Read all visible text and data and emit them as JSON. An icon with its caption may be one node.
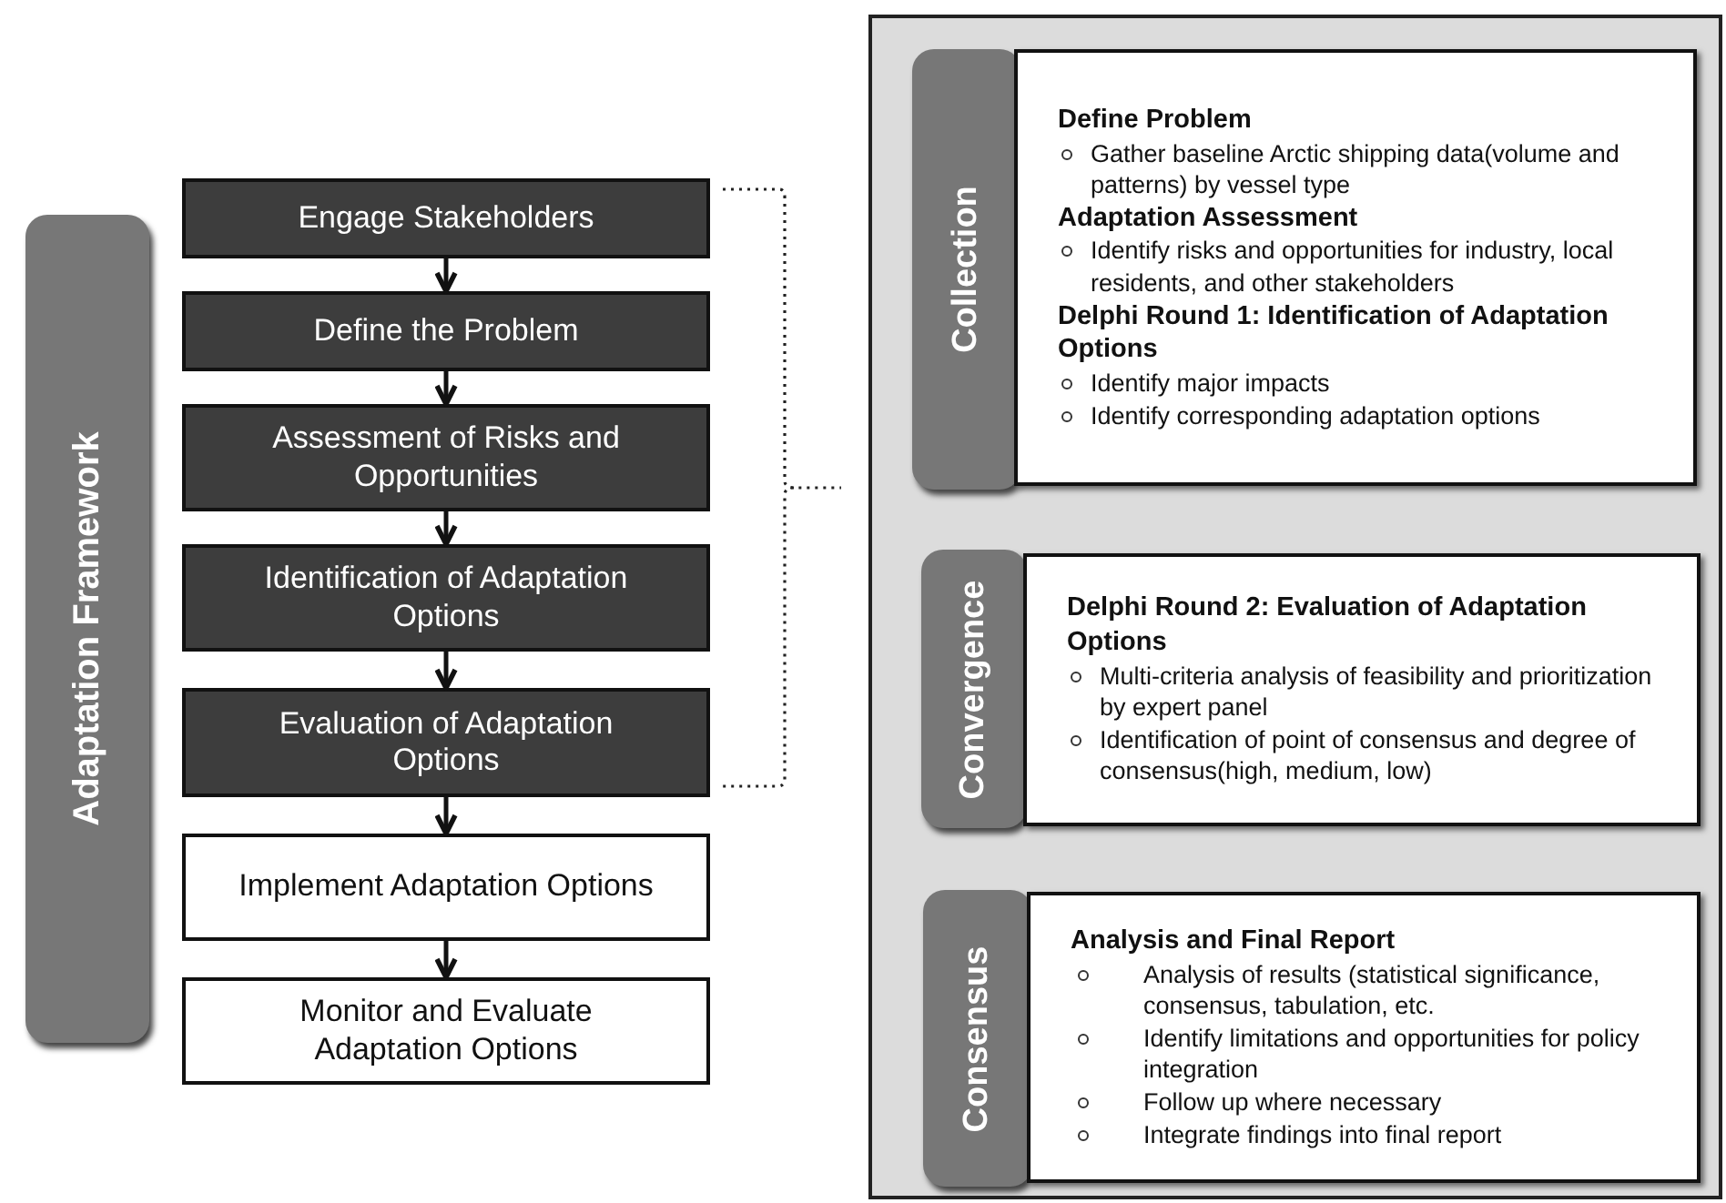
{
  "diagram": {
    "nodes": [
      {
        "text": [
          "Adaptation Framework"
        ]
      },
      {
        "text": [
          "Engage Stakeholders"
        ]
      },
      {
        "text": [
          "Define the Problem"
        ]
      },
      {
        "text": [
          "Assessment of Risks and Opportunities"
        ]
      },
      {
        "text": [
          "Identification of Adaptation Options"
        ]
      },
      {
        "text": [
          "Evaluation of Adaptation Options"
        ]
      },
      {
        "text": [
          "Implement Adaptation Options"
        ]
      },
      {
        "text": [
          "Monitor and Evaluate Adaptation Options"
        ]
      },
      {
        "text": [],
        "shape": "box"
      },
      {
        "text": [
          "Collection"
        ],
        "in": 8
      },
      {
        "text": [
          "Define Problem",
          "Gather baseline Arctic shipping data(volume and patterns) by vessel type",
          "Adaptation Assessment",
          "Identify risks and opportunities for industry, local residents, and other stakeholders",
          "Delphi Round 1: Identification of Adaptation Options",
          "Identify major impacts",
          "Identify corresponding adaptation options"
        ],
        "in": 8
      },
      {
        "text": [
          "Convergence"
        ],
        "in": 8
      },
      {
        "text": [
          "Delphi Round 2: Evaluation of Adaptation Options",
          "Multi-criteria analysis of feasibility and prioritization by expert panel",
          "Identification of point of consensus and degree of consensus(high, medium, low)"
        ],
        "in": 8
      },
      {
        "text": [
          "Consensus"
        ],
        "in": 8
      },
      {
        "text": [
          "Analysis and Final Report",
          "Analysis of results (statistical significance, consensus, tabulation, etc.",
          "Identify limitations and opportunities for policy integration",
          "Follow up where necessary",
          "Integrate findings into final report"
        ],
        "in": 8
      }
    ],
    "edges": [
      {
        "from": 1,
        "to": 2,
        "arrow": "to"
      },
      {
        "from": 2,
        "to": 3,
        "arrow": "to"
      },
      {
        "from": 3,
        "to": 4,
        "arrow": "to"
      },
      {
        "from": 4,
        "to": 5,
        "arrow": "to"
      },
      {
        "from": 5,
        "to": 6,
        "arrow": "to"
      },
      {
        "from": 6,
        "to": 7,
        "arrow": "to"
      }
    ]
  }
}
